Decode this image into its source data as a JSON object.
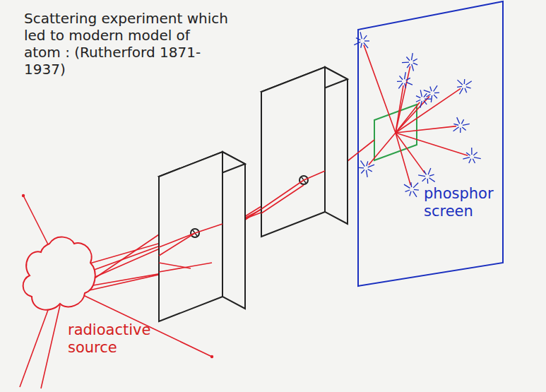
{
  "diagram": {
    "title": "Scattering experiment which led to modern model of atom : (Rutherford 1871-1937)",
    "labels": [
      "phosphor screen",
      "radioactive source"
    ]
  }
}
